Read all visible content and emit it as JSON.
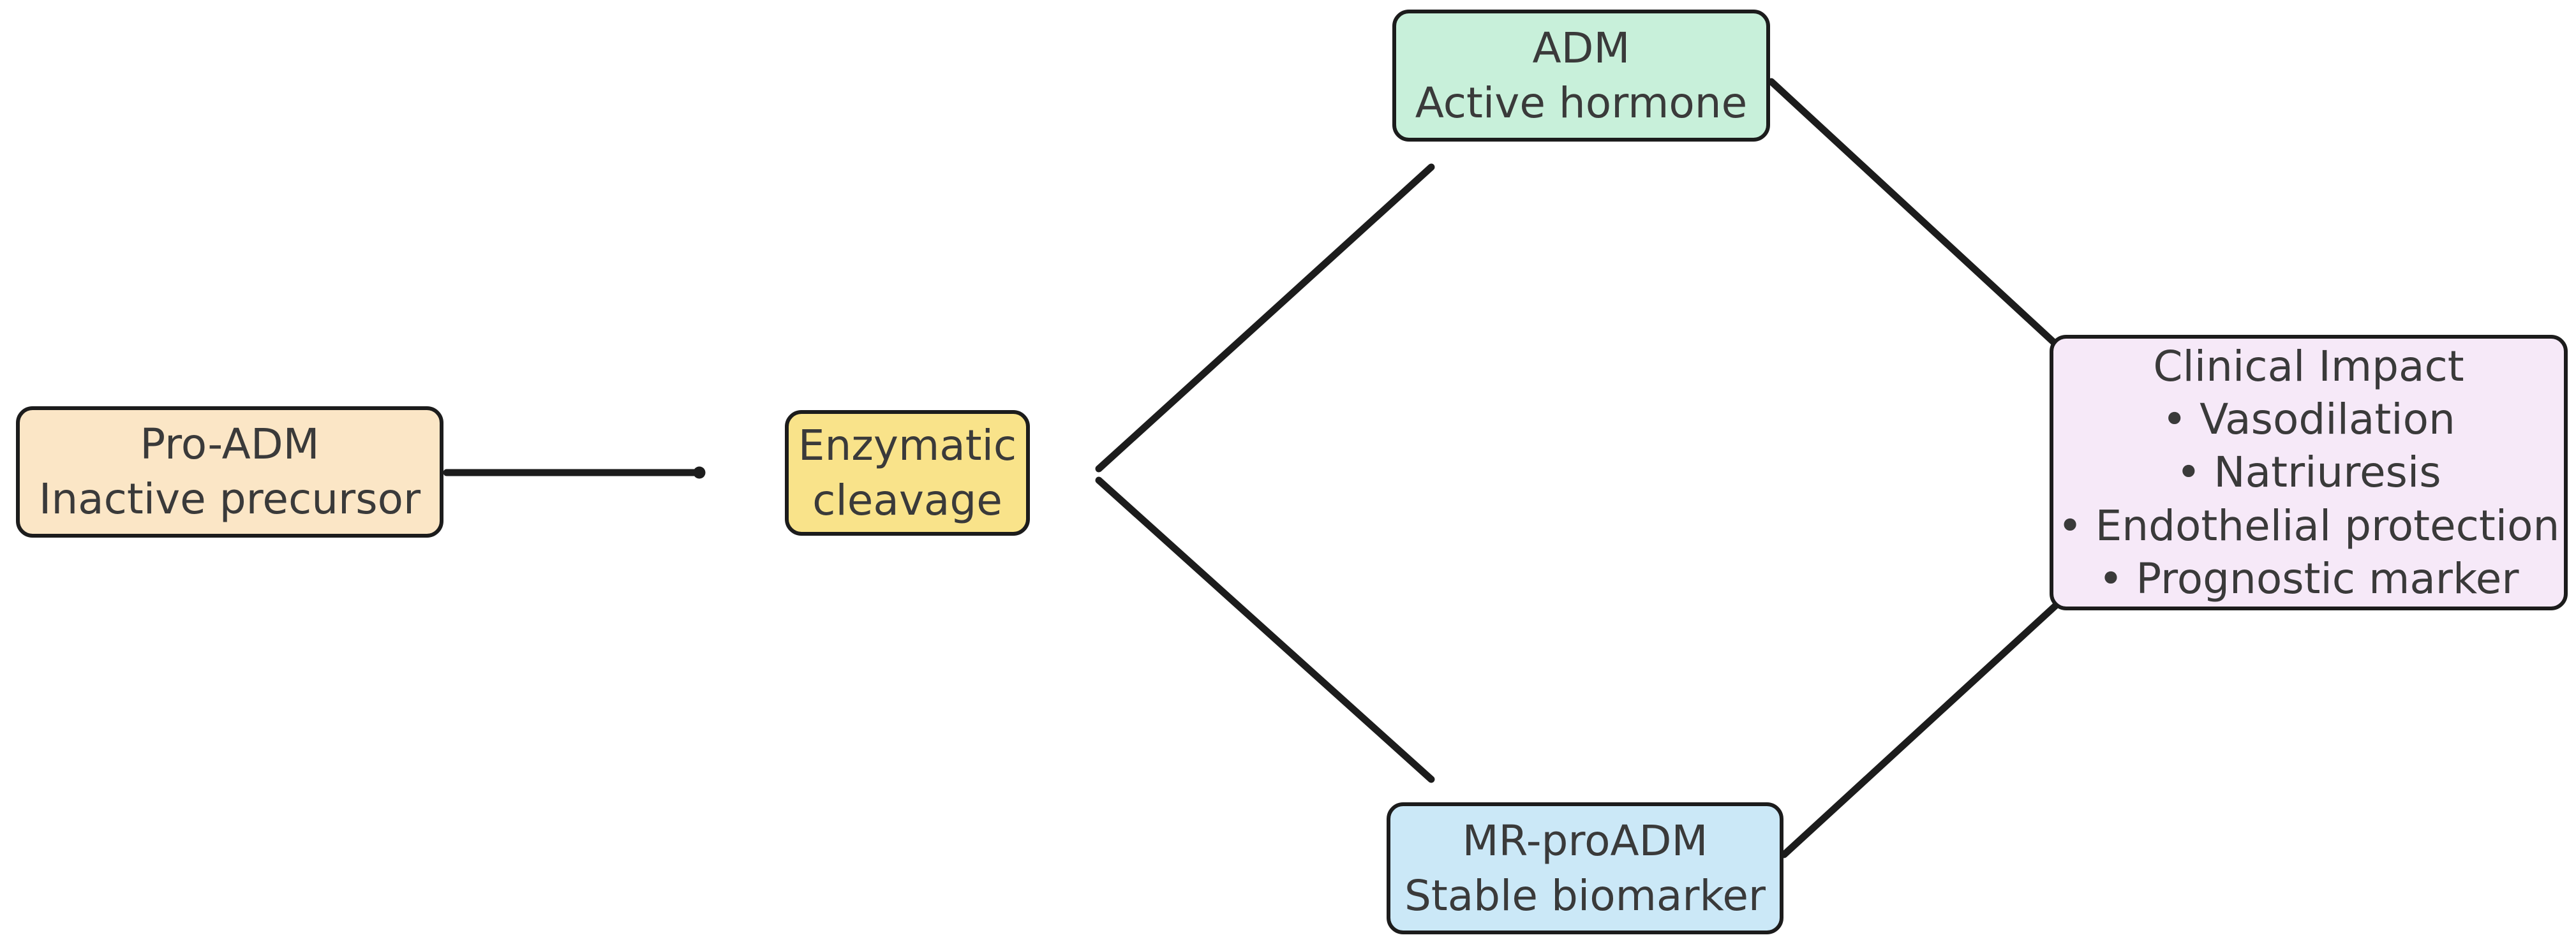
{
  "diagram": {
    "background": "#ffffff",
    "connector_color": "#1c1c1c",
    "border_color": "#1c1c1c",
    "text_color": "#3a3a3a",
    "nodes": {
      "pro_adm": {
        "line1": "Pro-ADM",
        "line2": "Inactive precursor",
        "fill": "#FBE6C6"
      },
      "enzymatic_cleavage": {
        "line1": "Enzymatic",
        "line2": "cleavage",
        "fill": "#F9E38A"
      },
      "adm": {
        "line1": "ADM",
        "line2": "Active hormone",
        "fill": "#C8F0DA"
      },
      "mr_proadm": {
        "line1": "MR-proADM",
        "line2": "Stable biomarker",
        "fill": "#CBE8F7"
      },
      "clinical_impact": {
        "title": "Clinical Impact",
        "bullet_char": "•",
        "items": [
          "Vasodilation",
          "Natriuresis",
          "Endothelial protection",
          "Prognostic marker"
        ],
        "fill": "#F6E9F8"
      }
    }
  }
}
